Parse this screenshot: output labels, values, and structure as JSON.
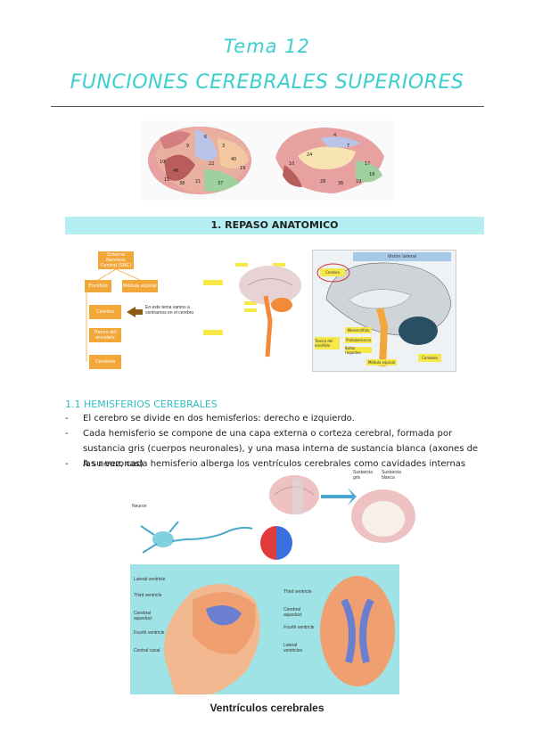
{
  "header": {
    "topic": "Tema 12",
    "title": "FUNCIONES CEREBRALES SUPERIORES"
  },
  "section1": {
    "title": "1.  REPASO ANATOMICO"
  },
  "diagram": {
    "flow": {
      "root": "Sistema Nervioso Central (SNC)",
      "left": "Encéfalo",
      "right": "Médula espinal",
      "items": [
        "Cerebro",
        "Tronco del encéfalo",
        "Cerebelo"
      ],
      "note": "En este tema vamos a centrarnos en el cerebro"
    },
    "lateral_view": {
      "header": "Visión lateral",
      "labels": {
        "cerebro": "Cerebro",
        "tronco": "Tronco del encéfalo",
        "mesencefalo": "Mesencéfalo",
        "protuberancia": "Protuberancia",
        "bulbo": "Bulbo raquídeo",
        "medula": "Médula espinal",
        "cerebelo": "Cerebelo"
      }
    }
  },
  "subsection": {
    "title": "1.1 HEMISFERIOS CEREBRALES",
    "bullets": [
      "El cerebro se divide en dos hemisferios: derecho e izquierdo.",
      "Cada hemisferio se compone de una capa externa o corteza cerebral, formada por sustancia gris (cuerpos neuronales), y una masa interna de sustancia blanca (axones de las neuronas)",
      "A su vez, cada hemisferio alberga los ventrículos cerebrales como cavidades internas"
    ]
  },
  "figures": {
    "neuron_label": "Neuron",
    "section_labels": {
      "gris": "Sustancia gris",
      "blanca": "Sustancia blanca"
    },
    "ventricles": {
      "left_labels": [
        "Lateral ventricle",
        "Third ventricle",
        "Cerebral aqueduct",
        "Fourth ventricle",
        "Central canal"
      ],
      "right_labels": [
        "Third ventricle",
        "Cerebral aqueduct",
        "Fourth ventricle",
        "Lateral ventricles"
      ],
      "caption": "Ventrículos cerebrales"
    }
  },
  "colors": {
    "accent": "#3ccfcf",
    "section_bar": "#b5eef0",
    "flow_orange": "#f2a73b",
    "flow_yellow": "#f7e84a"
  }
}
